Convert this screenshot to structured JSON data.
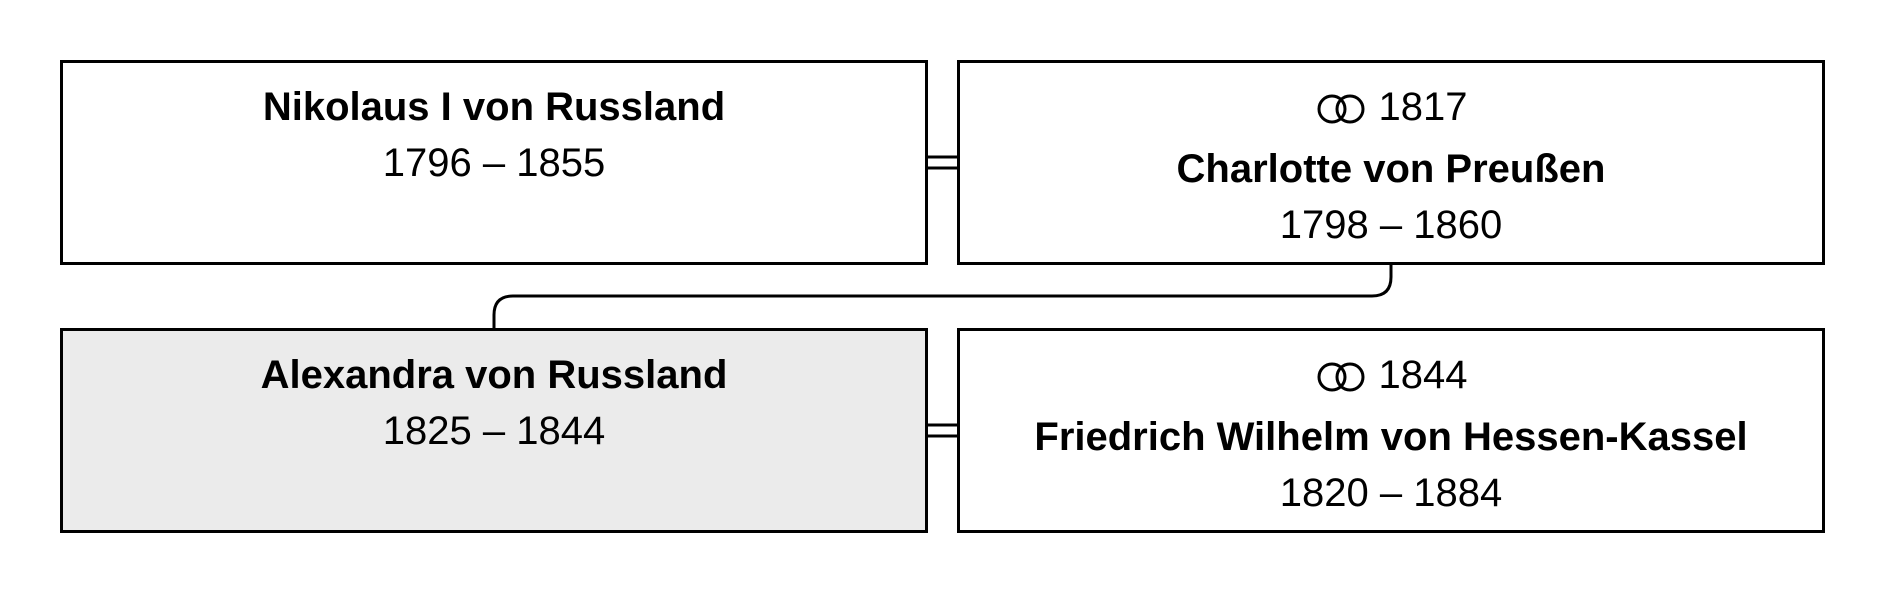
{
  "persons": {
    "nikolaus": {
      "name": "Nikolaus I von Russland",
      "dates": "1796 – 1855"
    },
    "charlotte": {
      "marriage_year": "1817",
      "name": "Charlotte von Preußen",
      "dates": "1798 – 1860"
    },
    "alexandra": {
      "name": "Alexandra von Russland",
      "dates": "1825 – 1844"
    },
    "friedrich": {
      "marriage_year": "1844",
      "name": "Friedrich Wilhelm von Hessen-Kassel",
      "dates": "1820 – 1884"
    }
  },
  "icons": {
    "marriage": "rings-icon"
  },
  "colors": {
    "highlight": "#ebebeb",
    "border": "#000000"
  }
}
